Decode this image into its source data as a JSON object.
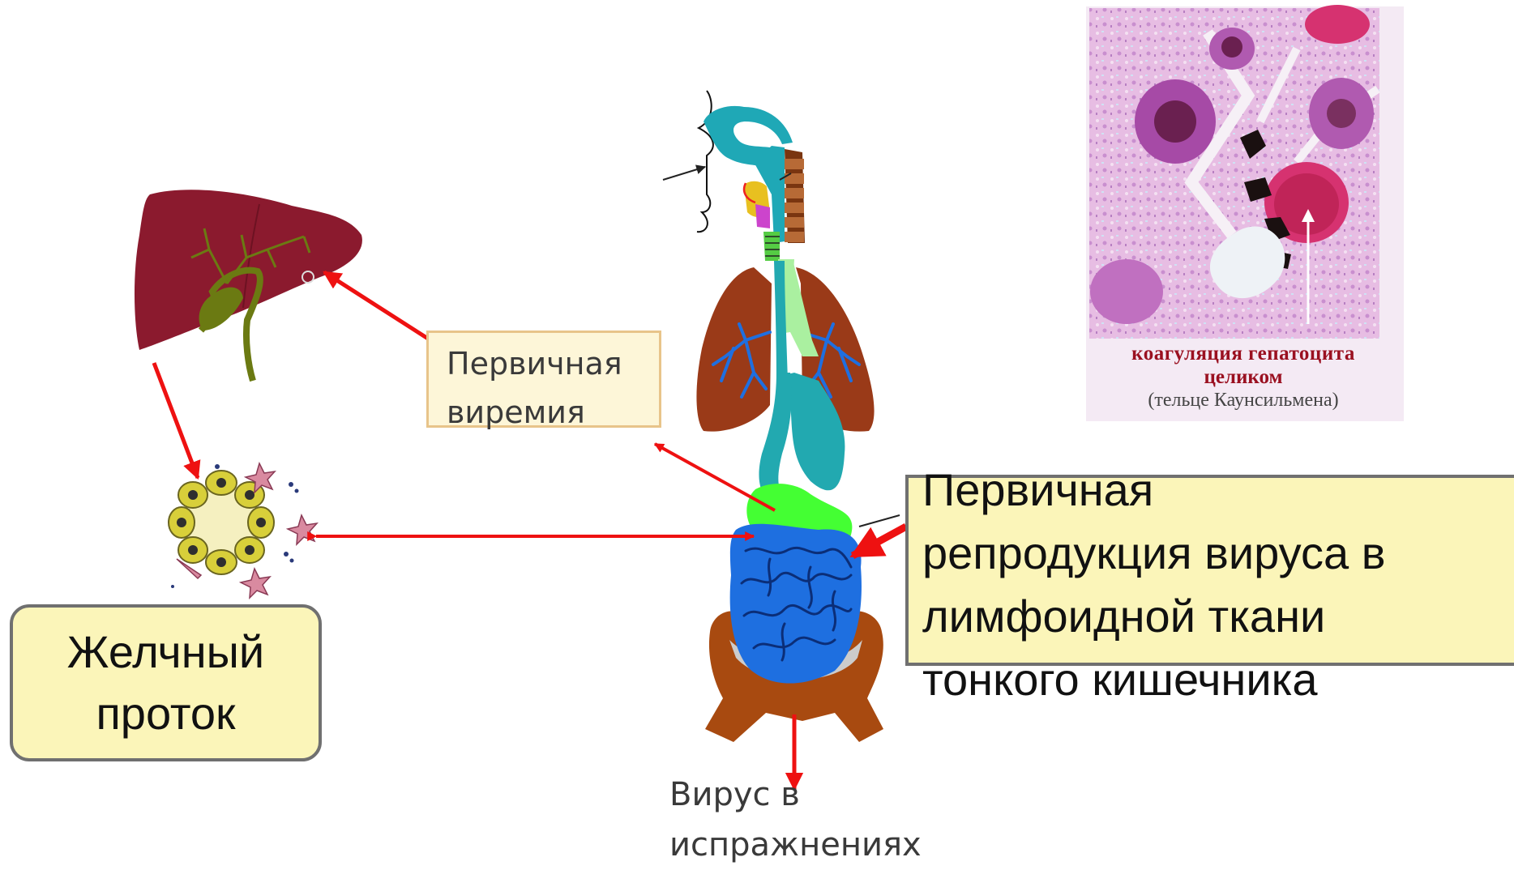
{
  "labels": {
    "primary_viremia": [
      "Первичная",
      "виремия"
    ],
    "bile_duct": [
      "Желчный",
      "проток"
    ],
    "primary_reproduction": [
      "Первичная",
      "репродукция вируса в",
      "лимфоидной ткани",
      "тонкого кишечника"
    ],
    "virus_in_feces": [
      "Вирус в",
      "испражнениях"
    ]
  },
  "micrograph_caption": {
    "line1": "коагуляция гепатоцита",
    "line2": "целиком",
    "line3": "(тельце Каунсильмена)"
  },
  "colors": {
    "arrow": "#ee1111",
    "liver": "#8b1a2e",
    "gallbladder": "#6b7a12",
    "intestine": "#1e6fe0",
    "duodenum": "#44ff33",
    "stomach": "#22a9b0",
    "lungs": "#9a3a18",
    "airway": "#1fa8b6",
    "pelvis": "#a84a10",
    "hepatocyte": "#d8cf3a",
    "micrograph": "#d8a8d8"
  }
}
